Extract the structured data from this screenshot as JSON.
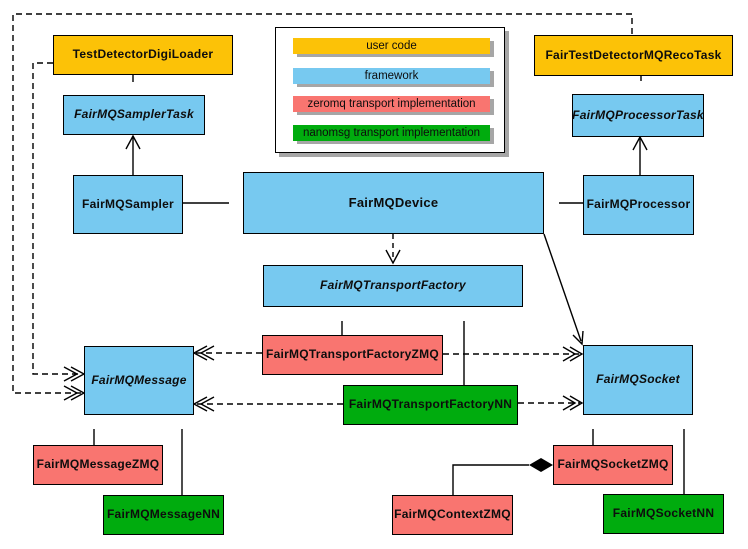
{
  "legend": {
    "items": [
      {
        "label": "user code",
        "color": "#fcc207"
      },
      {
        "label": "framework",
        "color": "#77c9f0"
      },
      {
        "label": "zeromq transport implementation",
        "color": "#f97570"
      },
      {
        "label": "nanomsg transport implementation",
        "color": "#00ac0e"
      }
    ]
  },
  "palette": {
    "user_code": "#fcc207",
    "framework": "#77c9f0",
    "zeromq": "#f97570",
    "nanomsg": "#00ac0e",
    "shadow": "#a6a6a6"
  },
  "nodes": [
    {
      "label": "TestDetectorDigiLoader",
      "category": "user code",
      "abstract": false
    },
    {
      "label": "FairMQSamplerTask",
      "category": "framework",
      "abstract": true
    },
    {
      "label": "FairTestDetectorMQRecoTask",
      "category": "user code",
      "abstract": false
    },
    {
      "label": "FairMQProcessorTask",
      "category": "framework",
      "abstract": true
    },
    {
      "label": "FairMQSampler",
      "category": "framework",
      "abstract": false
    },
    {
      "label": "FairMQDevice",
      "category": "framework",
      "abstract": false
    },
    {
      "label": "FairMQProcessor",
      "category": "framework",
      "abstract": false
    },
    {
      "label": "FairMQTransportFactory",
      "category": "framework",
      "abstract": true
    },
    {
      "label": "FairMQMessage",
      "category": "framework",
      "abstract": true
    },
    {
      "label": "FairMQSocket",
      "category": "framework",
      "abstract": true
    },
    {
      "label": "FairMQTransportFactoryZMQ",
      "category": "zeromq",
      "abstract": false
    },
    {
      "label": "FairMQTransportFactoryNN",
      "category": "nanomsg",
      "abstract": false
    },
    {
      "label": "FairMQMessageZMQ",
      "category": "zeromq",
      "abstract": false
    },
    {
      "label": "FairMQMessageNN",
      "category": "nanomsg",
      "abstract": false
    },
    {
      "label": "FairMQContextZMQ",
      "category": "zeromq",
      "abstract": false
    },
    {
      "label": "FairMQSocketZMQ",
      "category": "zeromq",
      "abstract": false
    },
    {
      "label": "FairMQSocketNN",
      "category": "nanomsg",
      "abstract": false
    }
  ],
  "edges": [
    {
      "from": "TestDetectorDigiLoader",
      "to": "FairMQSamplerTask",
      "type": "inheritance"
    },
    {
      "from": "FairMQSampler",
      "to": "FairMQSamplerTask",
      "type": "association"
    },
    {
      "from": "FairMQSampler",
      "to": "FairMQDevice",
      "type": "inheritance"
    },
    {
      "from": "FairTestDetectorMQRecoTask",
      "to": "FairMQProcessorTask",
      "type": "inheritance"
    },
    {
      "from": "FairMQProcessor",
      "to": "FairMQProcessorTask",
      "type": "association"
    },
    {
      "from": "FairMQProcessor",
      "to": "FairMQDevice",
      "type": "inheritance"
    },
    {
      "from": "FairMQDevice",
      "to": "FairMQTransportFactory",
      "type": "dependency"
    },
    {
      "from": "FairMQDevice",
      "to": "FairMQSocket",
      "type": "association"
    },
    {
      "from": "FairMQTransportFactoryZMQ",
      "to": "FairMQTransportFactory",
      "type": "inheritance"
    },
    {
      "from": "FairMQTransportFactoryNN",
      "to": "FairMQTransportFactory",
      "type": "inheritance"
    },
    {
      "from": "FairMQTransportFactoryZMQ",
      "to": "FairMQMessage",
      "type": "dependency"
    },
    {
      "from": "FairMQTransportFactoryZMQ",
      "to": "FairMQSocket",
      "type": "dependency"
    },
    {
      "from": "FairMQTransportFactoryNN",
      "to": "FairMQMessage",
      "type": "dependency"
    },
    {
      "from": "FairMQTransportFactoryNN",
      "to": "FairMQSocket",
      "type": "dependency"
    },
    {
      "from": "TestDetectorDigiLoader",
      "to": "FairMQMessage",
      "type": "dependency"
    },
    {
      "from": "FairTestDetectorMQRecoTask",
      "to": "FairMQMessage",
      "type": "dependency"
    },
    {
      "from": "FairMQMessageZMQ",
      "to": "FairMQMessage",
      "type": "inheritance"
    },
    {
      "from": "FairMQMessageNN",
      "to": "FairMQMessage",
      "type": "inheritance"
    },
    {
      "from": "FairMQSocketZMQ",
      "to": "FairMQSocket",
      "type": "inheritance"
    },
    {
      "from": "FairMQSocketNN",
      "to": "FairMQSocket",
      "type": "inheritance"
    },
    {
      "from": "FairMQContextZMQ",
      "to": "FairMQSocketZMQ",
      "type": "composition"
    }
  ]
}
